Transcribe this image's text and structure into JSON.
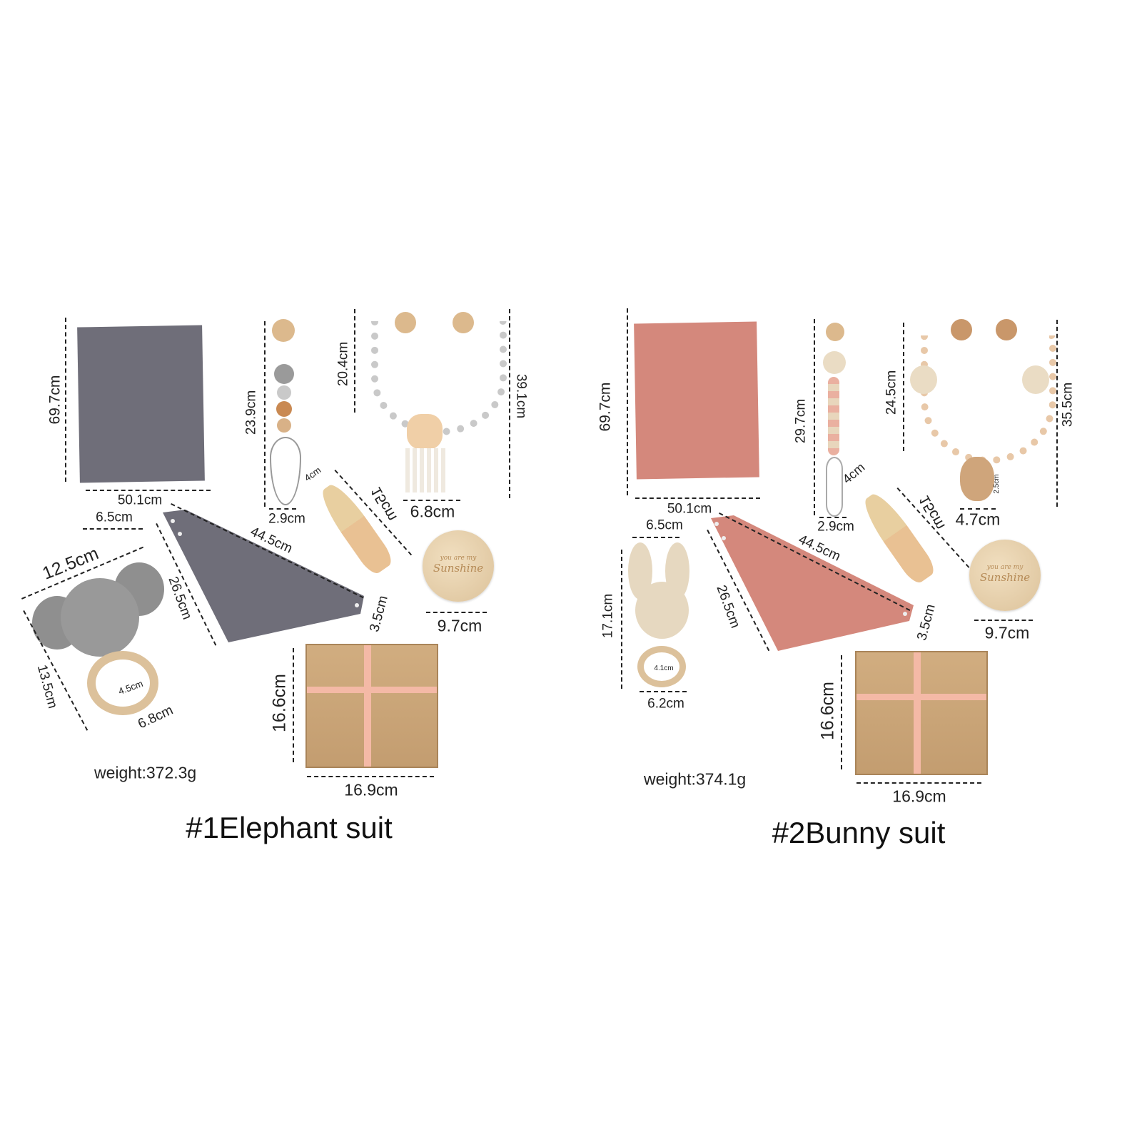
{
  "suits": [
    {
      "title": "#1Elephant suit",
      "weight": "weight:372.3g",
      "colors": {
        "fabric": "#6f6e79",
        "box": "#c9a57a",
        "ribbon": "#f4b9a6"
      },
      "blanket": {
        "height": "69.7cm",
        "width": "50.1cm"
      },
      "pacifier_clip": {
        "length": "23.9cm",
        "width": "2.9cm",
        "loop": "4cm"
      },
      "stroller_chain": {
        "drop": "20.4cm",
        "length": "39.1cm",
        "width": "6.8cm"
      },
      "brush": {
        "length": "15cm"
      },
      "bib": {
        "long_edge": "44.5cm",
        "side": "26.5cm",
        "tip": "3.5cm",
        "top": "6.5cm"
      },
      "disc": {
        "diameter": "9.7cm",
        "text_small": "you are my",
        "text_big": "Sunshine"
      },
      "rattle": {
        "width": "12.5cm",
        "height": "13.5cm",
        "ring_inner": "4.5cm",
        "ring_outer": "6.8cm"
      },
      "gift_box": {
        "height": "16.6cm",
        "width": "16.9cm"
      }
    },
    {
      "title": "#2Bunny suit",
      "weight": "weight:374.1g",
      "colors": {
        "fabric": "#d4887c",
        "box": "#c9a57a",
        "ribbon": "#f4b9a6"
      },
      "blanket": {
        "height": "69.7cm",
        "width": "50.1cm"
      },
      "pacifier_clip": {
        "length": "29.7cm",
        "width": "2.9cm",
        "loop": "4cm"
      },
      "stroller_chain": {
        "drop": "24.5cm",
        "length": "35.5cm",
        "width": "4.7cm",
        "ring": "2.5cm"
      },
      "brush": {
        "length": "15cm"
      },
      "bib": {
        "long_edge": "44.5cm",
        "side": "26.5cm",
        "tip": "3.5cm",
        "top": "6.5cm"
      },
      "disc": {
        "diameter": "9.7cm",
        "text_small": "you are my",
        "text_big": "Sunshine"
      },
      "rattle": {
        "height": "17.1cm",
        "ring_inner": "4.1cm",
        "ring_outer": "6.2cm"
      },
      "gift_box": {
        "height": "16.6cm",
        "width": "16.9cm"
      }
    }
  ]
}
